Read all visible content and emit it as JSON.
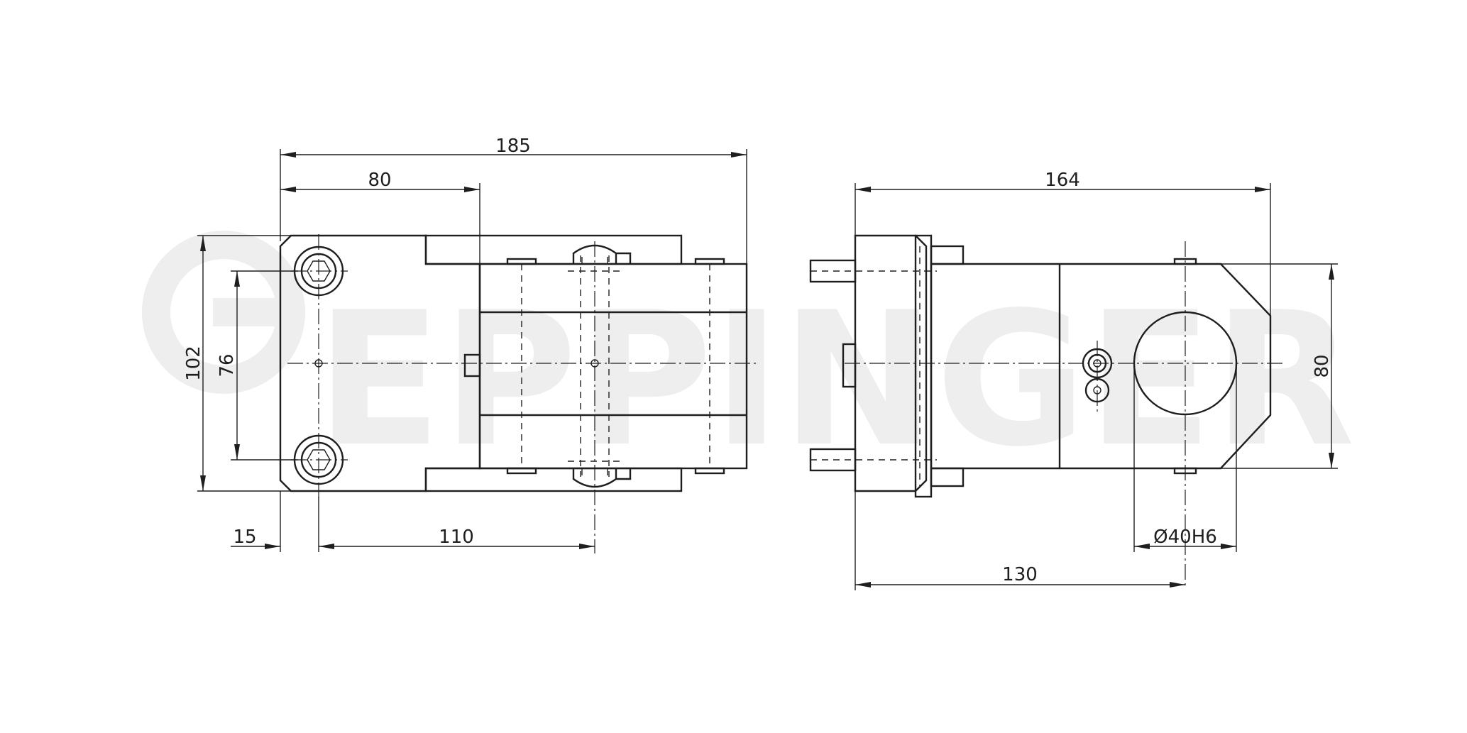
{
  "watermark": {
    "text": "EPPINGER"
  },
  "left_view": {
    "dimensions": {
      "overall_length": "185",
      "body_length": "80",
      "overall_height": "102",
      "hole_spacing": "76",
      "hole_offset": "15",
      "hole_to_center": "110"
    }
  },
  "right_view": {
    "dimensions": {
      "overall_length": "164",
      "height": "80",
      "bore_diameter": "Ø40H6",
      "axis_distance": "130"
    }
  }
}
